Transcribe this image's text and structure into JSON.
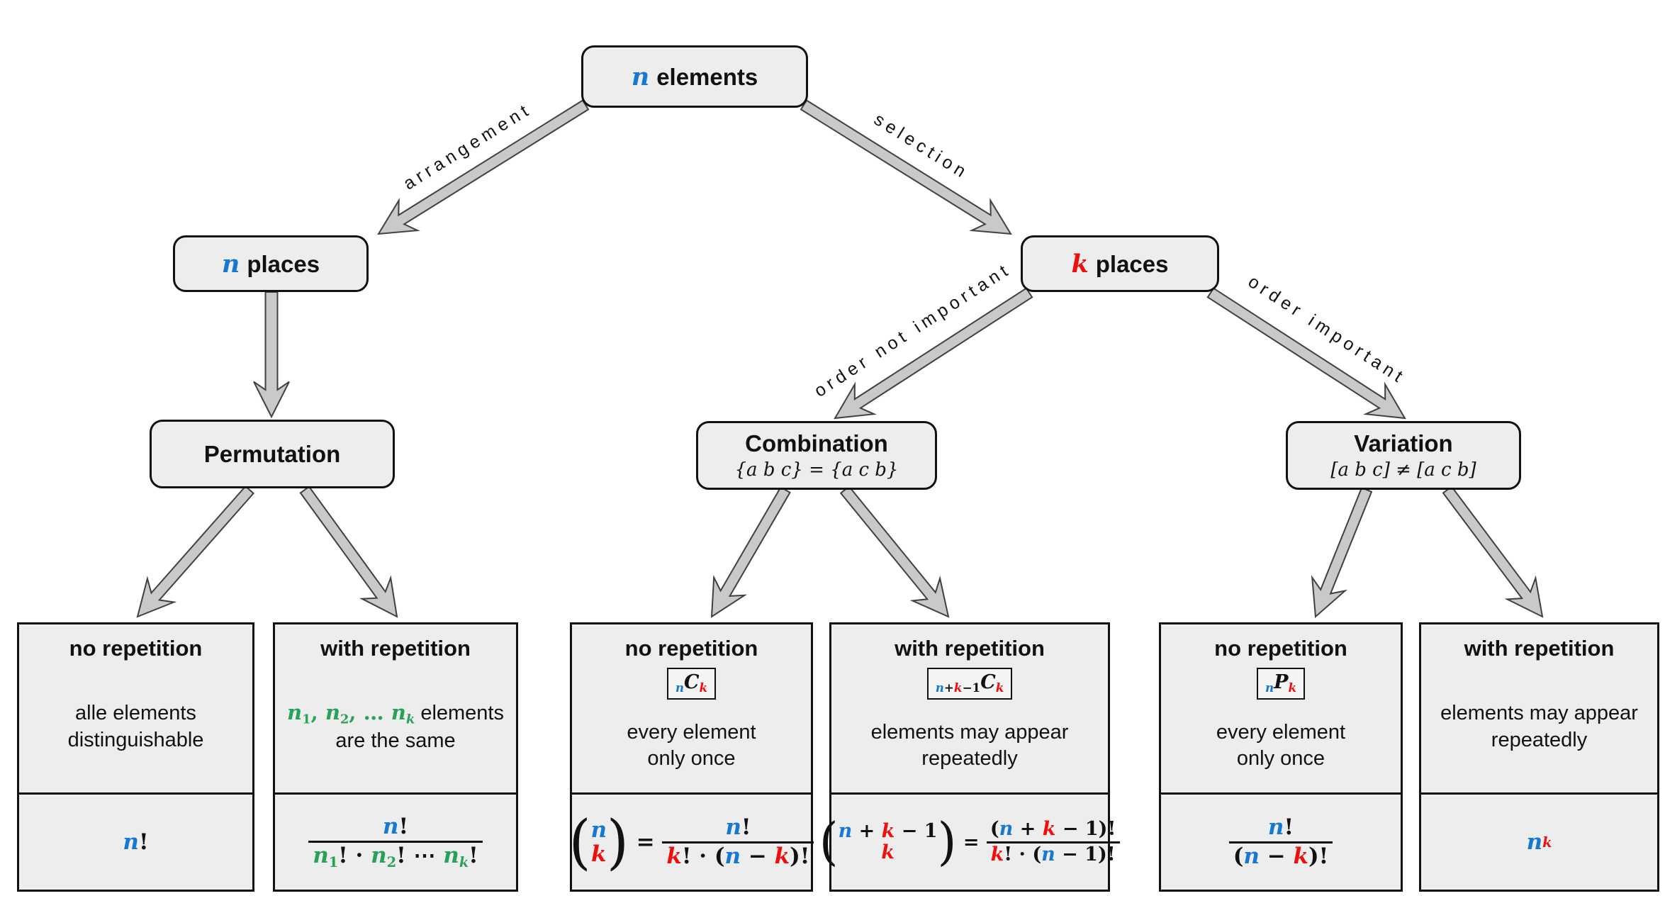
{
  "palette": {
    "blue": "#1778d2",
    "red": "#f20d0d",
    "green": "#28a159",
    "box_fill": "#ededed",
    "border": "#111111",
    "arrow_fill": "#c9c9c9",
    "arrow_outline": "#404040"
  },
  "nodes": {
    "root": {
      "math": [
        {
          "t": "n",
          "c": "b",
          "it": 1
        }
      ],
      "label": "elements"
    },
    "n_places": {
      "math": [
        {
          "t": "n",
          "c": "b",
          "it": 1
        }
      ],
      "label": "places"
    },
    "k_places": {
      "math": [
        {
          "t": "k",
          "c": "r",
          "it": 1
        }
      ],
      "label": "places"
    },
    "permutation": {
      "title": "Permutation"
    },
    "combination": {
      "title": "Combination",
      "subtitle": "{a b c} = {a c b}"
    },
    "variation": {
      "title": "Variation",
      "subtitle": "[a b c] ≠ [a c b]"
    }
  },
  "edge_labels": {
    "arrangement": "arrangement",
    "selection": "selection",
    "order_not_important": "order not important",
    "order_important": "order important"
  },
  "leaves": [
    {
      "id": "permutation-no-repetition",
      "title": "no repetition",
      "badge": null,
      "desc": [
        [
          {
            "t": "alle elements"
          }
        ],
        [
          {
            "t": "distinguishable"
          }
        ]
      ],
      "formula": [
        {
          "t": "n",
          "c": "b",
          "it": 1
        },
        {
          "t": "!"
        }
      ]
    },
    {
      "id": "permutation-with-repetition",
      "title": "with repetition",
      "badge": null,
      "desc": [
        [
          {
            "t": "n",
            "c": "g",
            "it": 1,
            "math": 1
          },
          {
            "t": "1",
            "c": "g",
            "sub": 1,
            "math": 1
          },
          {
            "t": ", ",
            "c": "g",
            "math": 1
          },
          {
            "t": "n",
            "c": "g",
            "it": 1,
            "math": 1
          },
          {
            "t": "2",
            "c": "g",
            "sub": 1,
            "math": 1
          },
          {
            "t": ", … ",
            "c": "g",
            "math": 1
          },
          {
            "t": "n",
            "c": "g",
            "it": 1,
            "math": 1
          },
          {
            "t": "k",
            "c": "g",
            "it": 1,
            "sub": 1,
            "math": 1
          },
          {
            "t": " elements"
          }
        ],
        [
          {
            "t": "are the same"
          }
        ]
      ],
      "formula": [
        {
          "frac": {
            "num": [
              {
                "t": "n",
                "c": "b",
                "it": 1
              },
              {
                "t": "!"
              }
            ],
            "den": [
              {
                "t": "n",
                "c": "g",
                "it": 1
              },
              {
                "t": "1",
                "c": "g",
                "sub": 1
              },
              {
                "t": "! · "
              },
              {
                "t": "n",
                "c": "g",
                "it": 1
              },
              {
                "t": "2",
                "c": "g",
                "sub": 1
              },
              {
                "t": "! ⋯ "
              },
              {
                "t": "n",
                "c": "g",
                "it": 1
              },
              {
                "t": "k",
                "c": "g",
                "it": 1,
                "sub": 1
              },
              {
                "t": "!"
              }
            ]
          }
        }
      ]
    },
    {
      "id": "combination-no-repetition",
      "title": "no repetition",
      "badge": [
        {
          "t": "n",
          "c": "b",
          "it": 1,
          "sub": 1
        },
        {
          "t": "C",
          "it": 1
        },
        {
          "t": "k",
          "c": "r",
          "it": 1,
          "sub": 1
        }
      ],
      "desc": [
        [
          {
            "t": "every element"
          }
        ],
        [
          {
            "t": "only once"
          }
        ]
      ],
      "formula": [
        {
          "binom": {
            "top": [
              {
                "t": "n",
                "c": "b",
                "it": 1
              }
            ],
            "bot": [
              {
                "t": "k",
                "c": "r",
                "it": 1
              }
            ]
          }
        },
        {
          "t": " = "
        },
        {
          "frac": {
            "num": [
              {
                "t": "n",
                "c": "b",
                "it": 1
              },
              {
                "t": "!"
              }
            ],
            "den": [
              {
                "t": "k",
                "c": "r",
                "it": 1
              },
              {
                "t": "! · ("
              },
              {
                "t": "n",
                "c": "b",
                "it": 1
              },
              {
                "t": " − "
              },
              {
                "t": "k",
                "c": "r",
                "it": 1
              },
              {
                "t": ")!"
              }
            ]
          }
        }
      ]
    },
    {
      "id": "combination-with-repetition",
      "title": "with repetition",
      "badge": [
        {
          "t": "n",
          "c": "b",
          "it": 1,
          "sub": 1
        },
        {
          "t": "+",
          "sub": 1
        },
        {
          "t": "k",
          "c": "r",
          "it": 1,
          "sub": 1
        },
        {
          "t": "−1",
          "sub": 1
        },
        {
          "t": "C",
          "it": 1
        },
        {
          "t": "k",
          "c": "r",
          "it": 1,
          "sub": 1
        }
      ],
      "desc": [
        [
          {
            "t": "elements may appear"
          }
        ],
        [
          {
            "t": "repeatedly"
          }
        ]
      ],
      "formula": [
        {
          "binom": {
            "top": [
              {
                "t": "n",
                "c": "b",
                "it": 1
              },
              {
                "t": " + "
              },
              {
                "t": "k",
                "c": "r",
                "it": 1
              },
              {
                "t": " − 1"
              }
            ],
            "bot": [
              {
                "t": "k",
                "c": "r",
                "it": 1
              }
            ]
          }
        },
        {
          "t": " = "
        },
        {
          "frac": {
            "num": [
              {
                "t": "("
              },
              {
                "t": "n",
                "c": "b",
                "it": 1
              },
              {
                "t": " + "
              },
              {
                "t": "k",
                "c": "r",
                "it": 1
              },
              {
                "t": " − 1)!"
              }
            ],
            "den": [
              {
                "t": "k",
                "c": "r",
                "it": 1
              },
              {
                "t": "! · ("
              },
              {
                "t": "n",
                "c": "b",
                "it": 1
              },
              {
                "t": " − 1)!"
              }
            ]
          }
        }
      ]
    },
    {
      "id": "variation-no-repetition",
      "title": "no repetition",
      "badge": [
        {
          "t": "n",
          "c": "b",
          "it": 1,
          "sub": 1
        },
        {
          "t": "P",
          "it": 1
        },
        {
          "t": "k",
          "c": "r",
          "it": 1,
          "sub": 1
        }
      ],
      "desc": [
        [
          {
            "t": "every element"
          }
        ],
        [
          {
            "t": "only once"
          }
        ]
      ],
      "formula": [
        {
          "frac": {
            "num": [
              {
                "t": "n",
                "c": "b",
                "it": 1
              },
              {
                "t": "!"
              }
            ],
            "den": [
              {
                "t": "("
              },
              {
                "t": "n",
                "c": "b",
                "it": 1
              },
              {
                "t": " − "
              },
              {
                "t": "k",
                "c": "r",
                "it": 1
              },
              {
                "t": ")!"
              }
            ]
          }
        }
      ]
    },
    {
      "id": "variation-with-repetition",
      "title": "with repetition",
      "badge": null,
      "desc": [
        [
          {
            "t": "elements may appear"
          }
        ],
        [
          {
            "t": "repeatedly"
          }
        ]
      ],
      "formula": [
        {
          "t": "n",
          "c": "b",
          "it": 1
        },
        {
          "t": "k",
          "c": "r",
          "it": 1,
          "sup": 1
        }
      ]
    }
  ]
}
